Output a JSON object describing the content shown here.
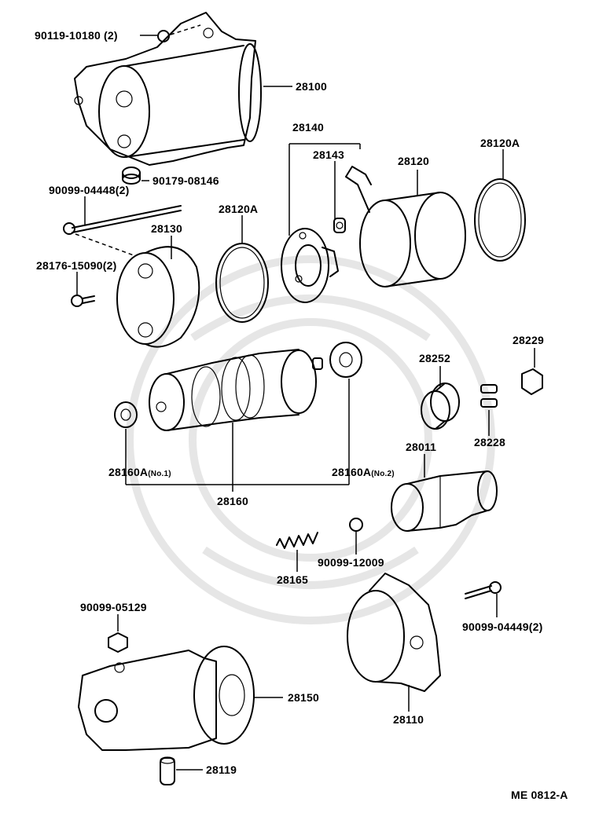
{
  "diagram": {
    "labels": {
      "p90119": "90119-10180 (2)",
      "p28100": "28100",
      "p28140": "28140",
      "p28143": "28143",
      "p28120": "28120",
      "p28120A_a": "28120A",
      "p90179": "90179-08146",
      "p90099_04448": "90099-04448(2)",
      "p28120A_b": "28120A",
      "p28130": "28130",
      "p28176": "28176-15090(2)",
      "p28229": "28229",
      "p28252": "28252",
      "p28228": "28228",
      "p28011": "28011",
      "p28160A_1": "28160A",
      "p28160A_1_sub": "(No.1)",
      "p28160A_2": "28160A",
      "p28160A_2_sub": "(No.2)",
      "p28160": "28160",
      "p90099_12009": "90099-12009",
      "p28165": "28165",
      "p90099_05129": "90099-05129",
      "p90099_04449": "90099-04449(2)",
      "p28150": "28150",
      "p28110": "28110",
      "p28119": "28119",
      "code": "ME 0812-A"
    }
  }
}
